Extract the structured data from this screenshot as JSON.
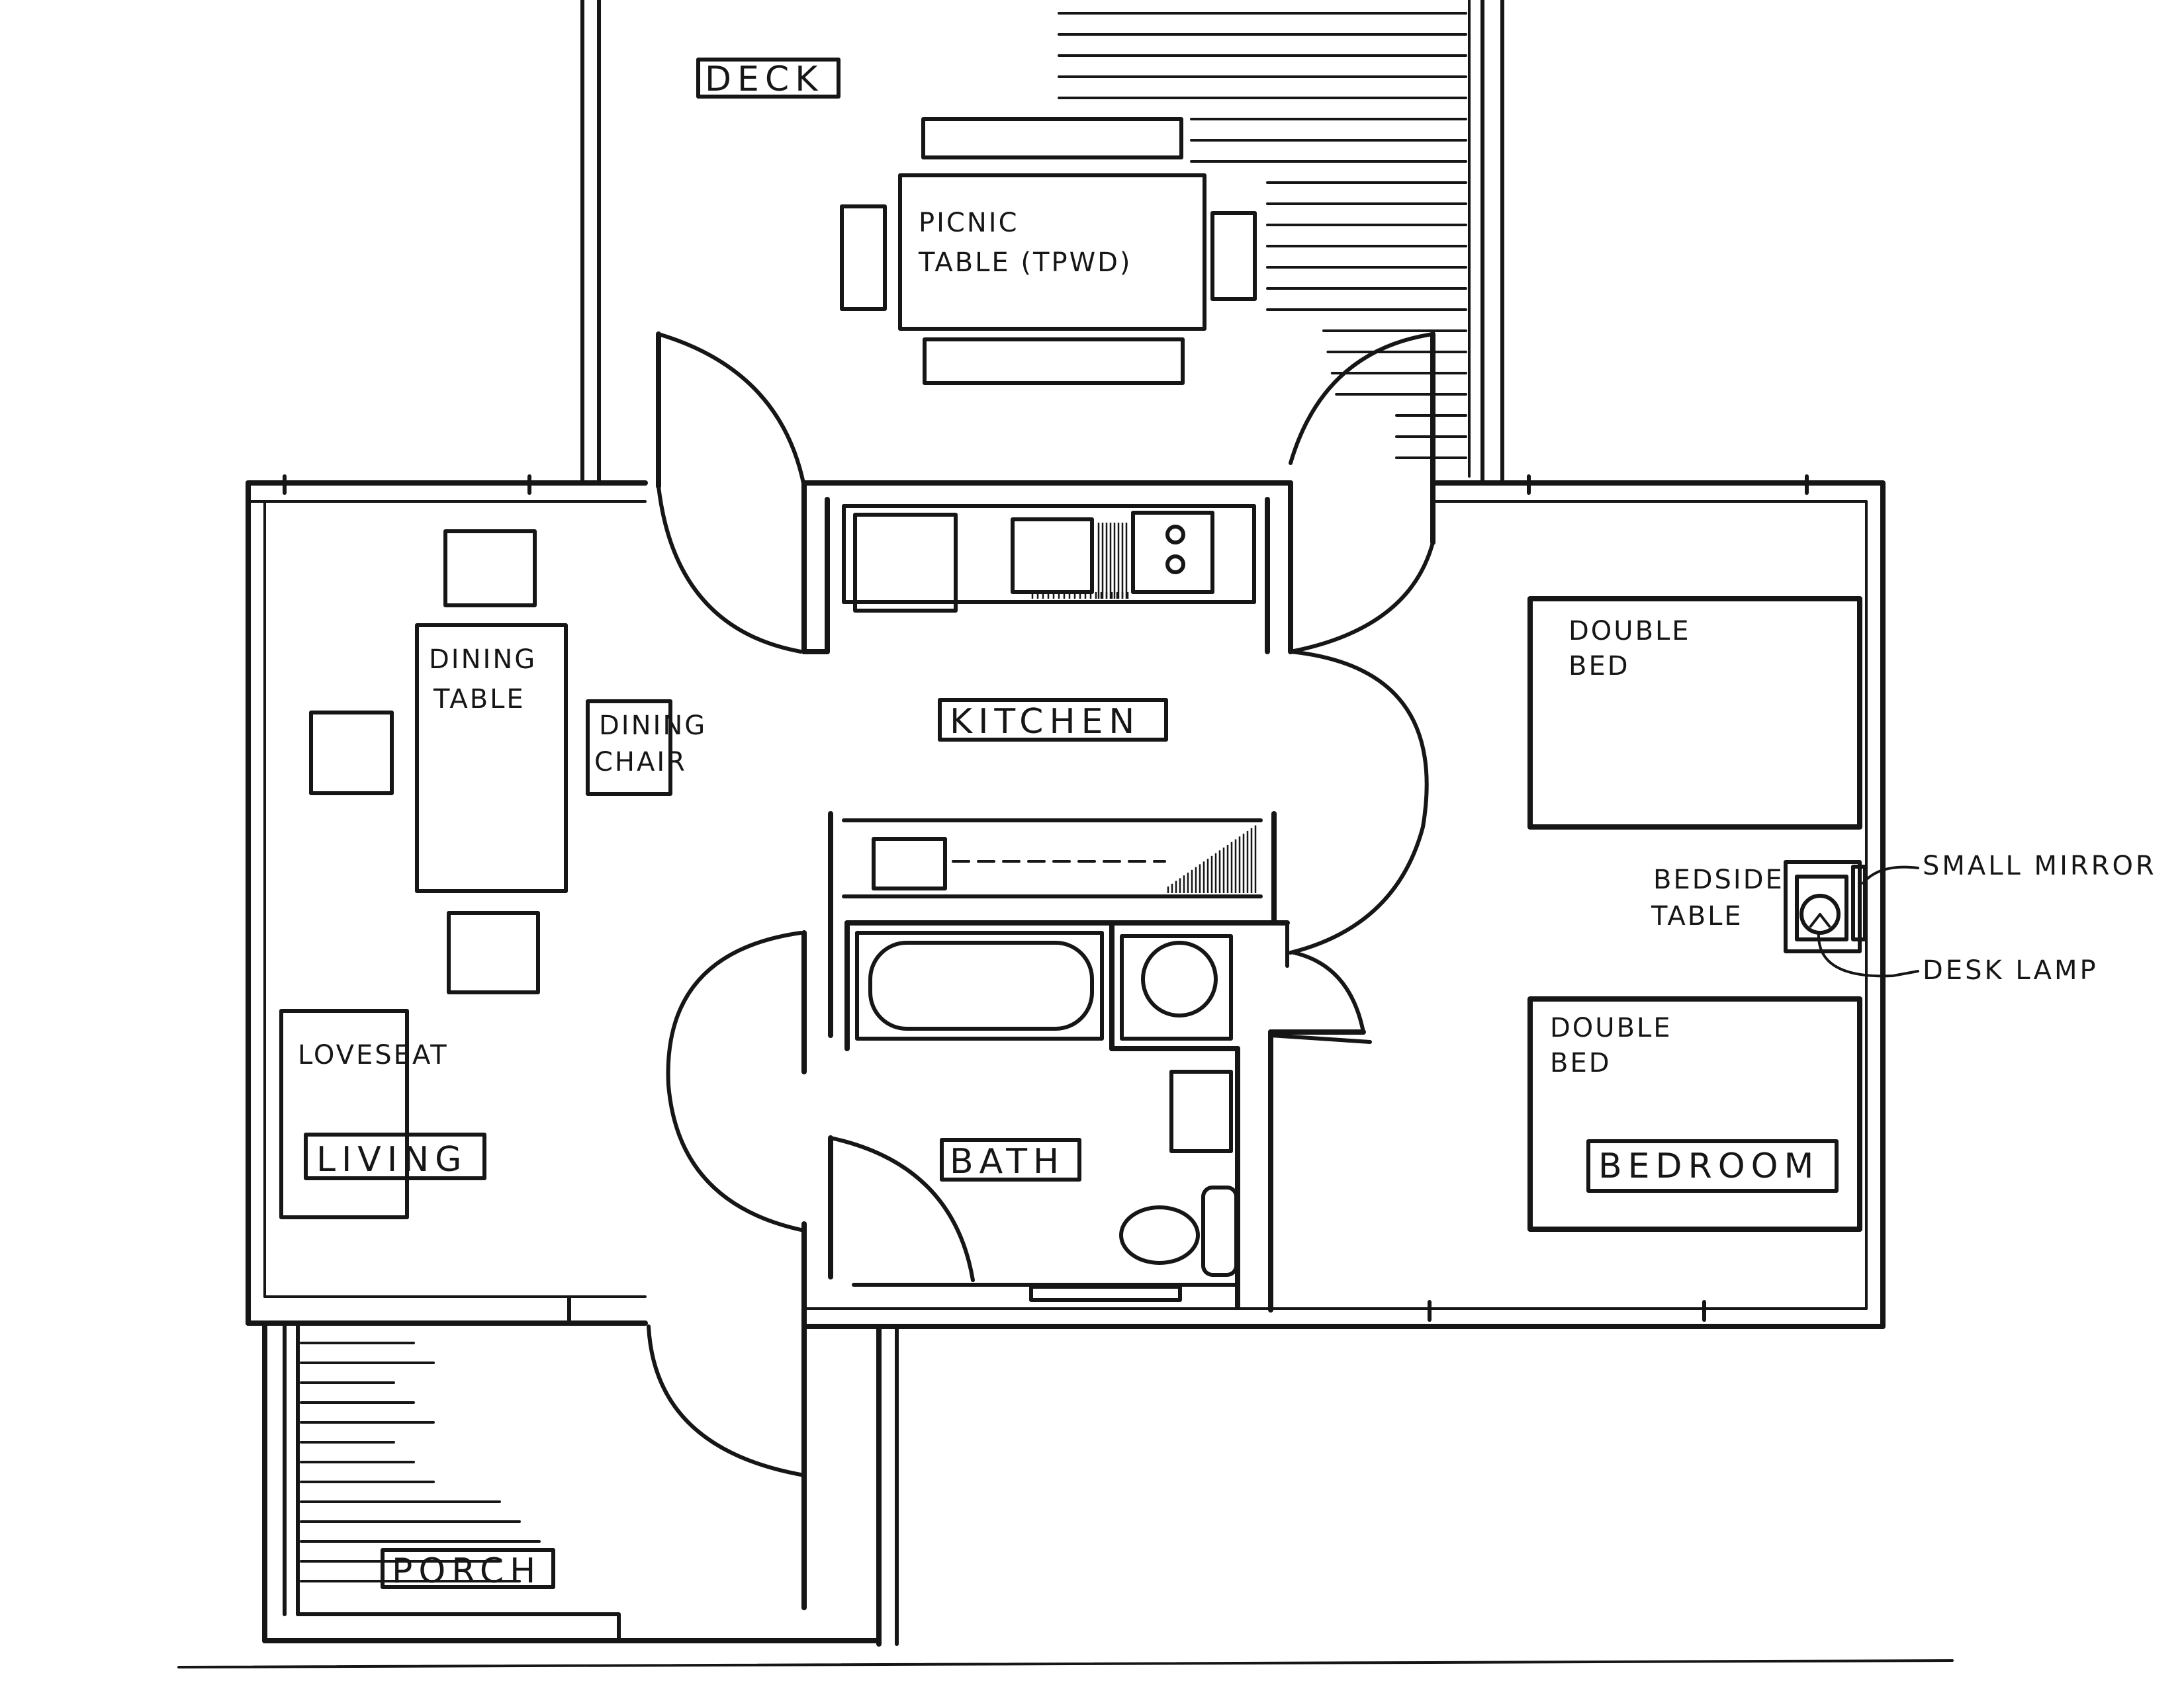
{
  "rooms": {
    "deck": "DECK",
    "kitchen": "KITCHEN",
    "living": "LIVING",
    "bath": "BATH",
    "bedroom": "BEDROOM",
    "porch": "PORCH"
  },
  "furniture": {
    "picnic_line1": "PICNIC",
    "picnic_line2": "TABLE (TPWD)",
    "dining_table_line1": "DINING",
    "dining_table_line2": "TABLE",
    "dining_chair_line1": "DINING",
    "dining_chair_line2": "CHAIR",
    "loveseat": "LOVESEAT",
    "double_bed_1_line1": "DOUBLE",
    "double_bed_1_line2": "BED",
    "double_bed_2_line1": "DOUBLE",
    "double_bed_2_line2": "BED",
    "bedside_line1": "BEDSIDE",
    "bedside_line2": "TABLE"
  },
  "callouts": {
    "small_mirror": "SMALL MIRROR",
    "desk_lamp": "DESK LAMP"
  }
}
